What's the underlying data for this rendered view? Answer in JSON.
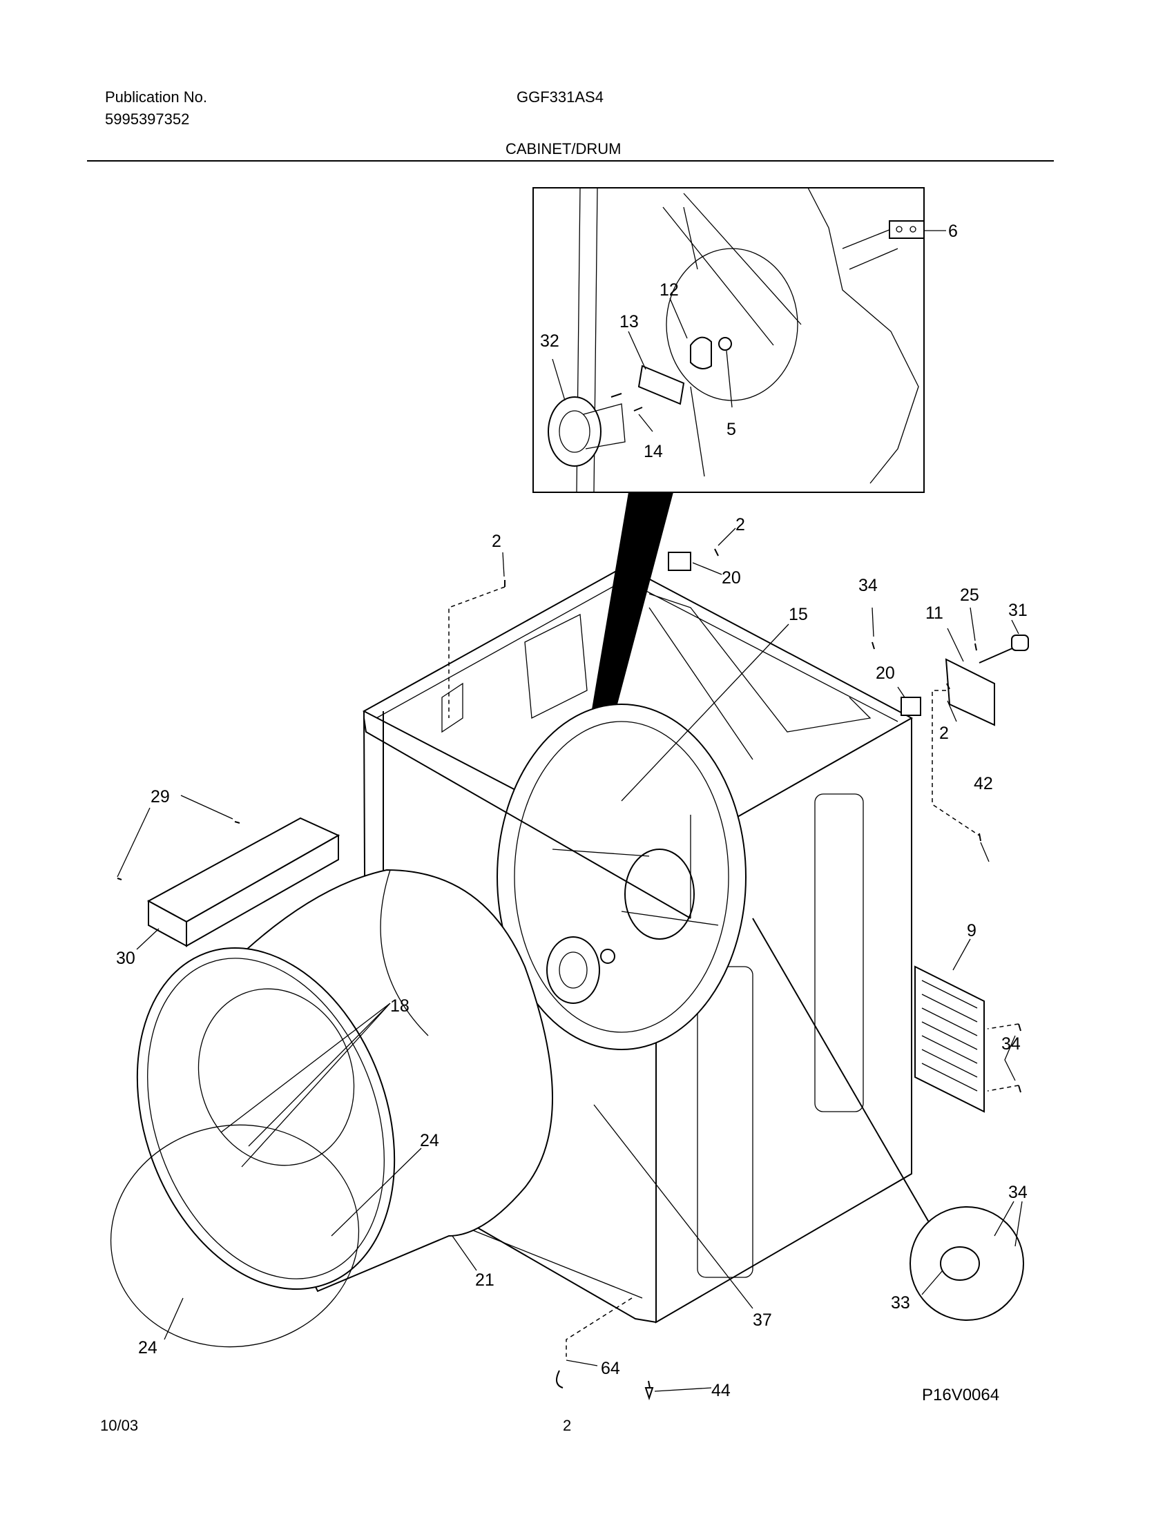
{
  "header": {
    "publication_label": "Publication No.",
    "publication_number": "5995397352",
    "model": "GGF331AS4",
    "section_title": "CABINET/DRUM"
  },
  "callouts": [
    {
      "id": "c6",
      "text": "6"
    },
    {
      "id": "c12",
      "text": "12"
    },
    {
      "id": "c13",
      "text": "13"
    },
    {
      "id": "c32",
      "text": "32"
    },
    {
      "id": "c5",
      "text": "5"
    },
    {
      "id": "c14",
      "text": "14"
    },
    {
      "id": "c2a",
      "text": "2"
    },
    {
      "id": "c2b",
      "text": "2"
    },
    {
      "id": "c20a",
      "text": "20"
    },
    {
      "id": "c34a",
      "text": "34"
    },
    {
      "id": "c25",
      "text": "25"
    },
    {
      "id": "c31",
      "text": "31"
    },
    {
      "id": "c15",
      "text": "15"
    },
    {
      "id": "c11",
      "text": "11"
    },
    {
      "id": "c20b",
      "text": "20"
    },
    {
      "id": "c2c",
      "text": "2"
    },
    {
      "id": "c42",
      "text": "42"
    },
    {
      "id": "c29",
      "text": "29"
    },
    {
      "id": "c30",
      "text": "30"
    },
    {
      "id": "c9",
      "text": "9"
    },
    {
      "id": "c18",
      "text": "18"
    },
    {
      "id": "c34b",
      "text": "34"
    },
    {
      "id": "c24a",
      "text": "24"
    },
    {
      "id": "c34c",
      "text": "34"
    },
    {
      "id": "c21",
      "text": "21"
    },
    {
      "id": "c33",
      "text": "33"
    },
    {
      "id": "c37",
      "text": "37"
    },
    {
      "id": "c24b",
      "text": "24"
    },
    {
      "id": "c64",
      "text": "64"
    },
    {
      "id": "c44",
      "text": "44"
    }
  ],
  "figure_code": "P16V0064",
  "footer": {
    "date": "10/03",
    "page_number": "2"
  }
}
